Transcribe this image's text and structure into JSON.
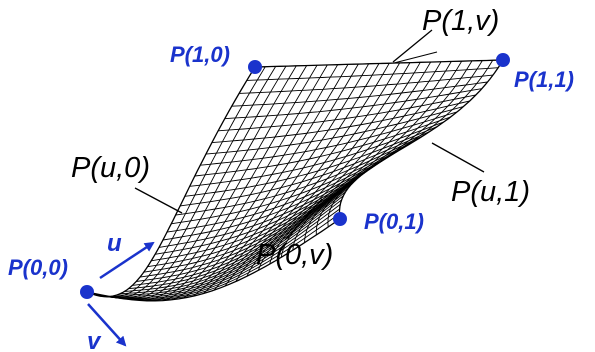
{
  "colors": {
    "corner": "#1a33cc",
    "corner_label": "#1a33cc",
    "axis_arrow": "#1a33cc",
    "mesh": "#000000",
    "text": "#000000"
  },
  "corners": {
    "p10": "P(1,0)",
    "p11": "P(1,1)",
    "p01": "P(0,1)",
    "p00": "P(0,0)"
  },
  "curves": {
    "p1v": "P(1,v)",
    "pu0": "P(u,0)",
    "pu1": "P(u,1)",
    "p0v": "P(0,v)"
  },
  "params": {
    "u": "u",
    "v": "v"
  }
}
